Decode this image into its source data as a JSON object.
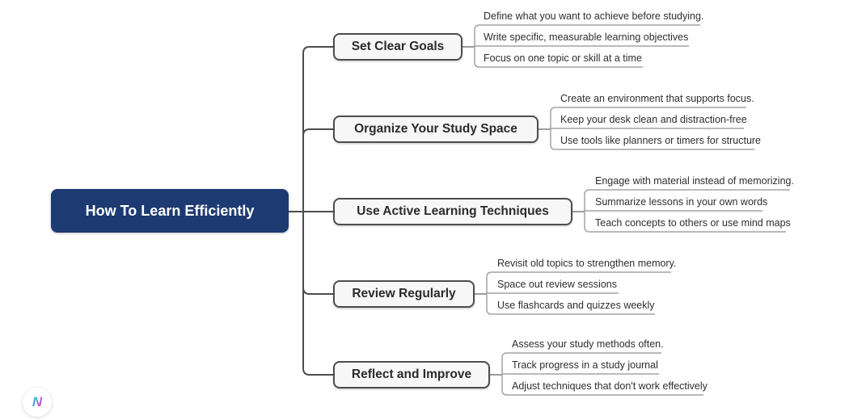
{
  "root": {
    "label": "How To Learn Efficiently"
  },
  "branches": [
    {
      "label": "Set Clear Goals",
      "children": [
        "Define what you want to achieve before studying.",
        "Write specific, measurable learning objectives",
        "Focus on one topic or skill at a time"
      ]
    },
    {
      "label": "Organize Your Study Space",
      "children": [
        "Create an environment that supports focus.",
        "Keep your desk clean and distraction-free",
        "Use tools like planners or timers for structure"
      ]
    },
    {
      "label": "Use Active Learning Techniques",
      "children": [
        "Engage with material instead of memorizing.",
        "Summarize lessons in your own words",
        "Teach concepts to others or use mind maps"
      ]
    },
    {
      "label": "Review Regularly",
      "children": [
        "Revisit old topics to strengthen memory.",
        "Space out review sessions",
        "Use flashcards and quizzes weekly"
      ]
    },
    {
      "label": "Reflect and Improve",
      "children": [
        "Assess your study methods often.",
        "Track progress in a study journal",
        "Adjust techniques that don't work effectively"
      ]
    }
  ],
  "watermark": {
    "logo_letter": "N"
  },
  "colors": {
    "root_bg": "#1e3a72",
    "root_text": "#ffffff",
    "branch_bg": "#f7f7f7",
    "branch_border": "#4d4d4d",
    "branch_text": "#2b2b2b",
    "child_text": "#2e2e2e",
    "connector_dark": "#4d4d4d",
    "connector_mid": "#7a7a7a",
    "connector_light": "#a3a3a3"
  }
}
